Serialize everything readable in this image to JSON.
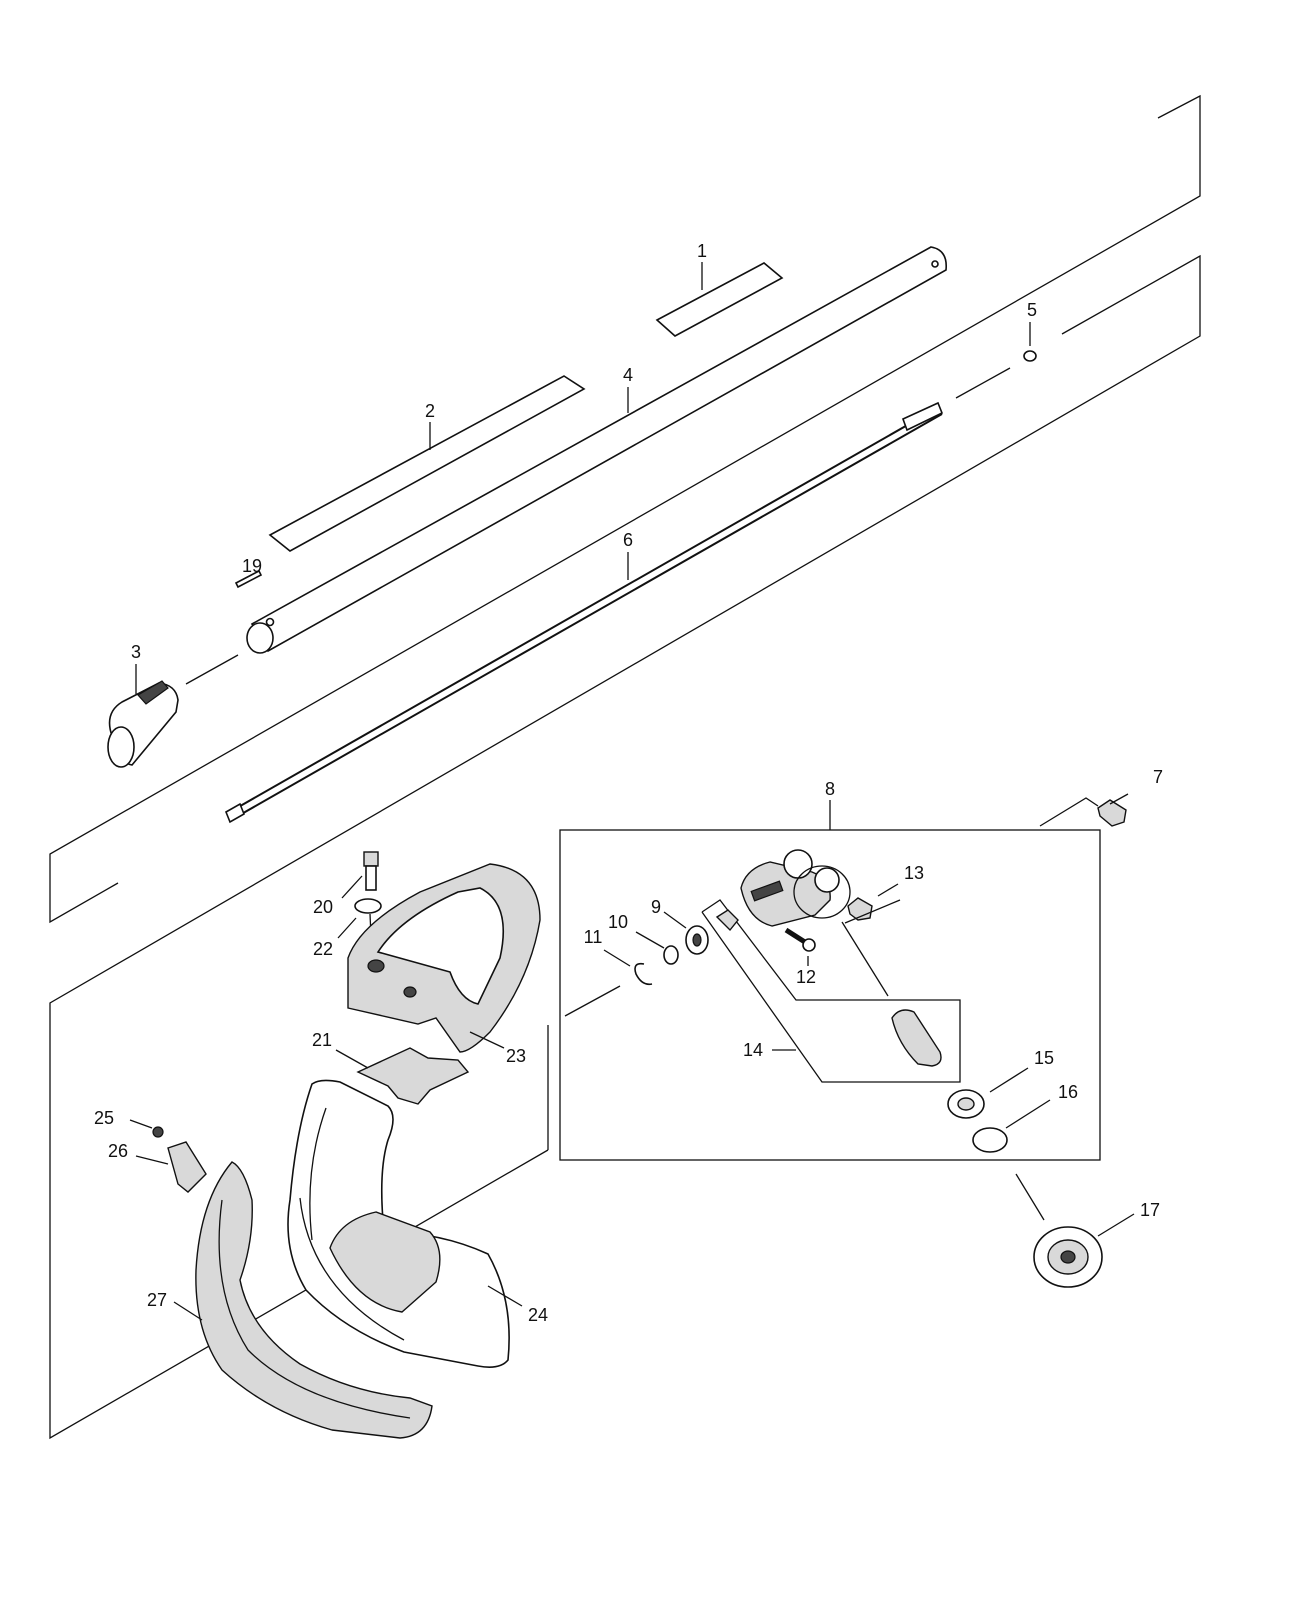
{
  "colors": {
    "ink": "#111111",
    "paper": "#ffffff",
    "shade": "#d9d9d9"
  },
  "callouts": {
    "c1": "1",
    "c2": "2",
    "c3": "3",
    "c4": "4",
    "c5": "5",
    "c6": "6",
    "c7": "7",
    "c8": "8",
    "c9": "9",
    "c10": "10",
    "c11": "11",
    "c12": "12",
    "c13": "13",
    "c14": "14",
    "c15": "15",
    "c16": "16",
    "c17": "17",
    "c19": "19",
    "c20": "20",
    "c21": "21",
    "c22": "22",
    "c23": "23",
    "c24": "24",
    "c25": "25",
    "c26": "26",
    "c27": "27"
  }
}
